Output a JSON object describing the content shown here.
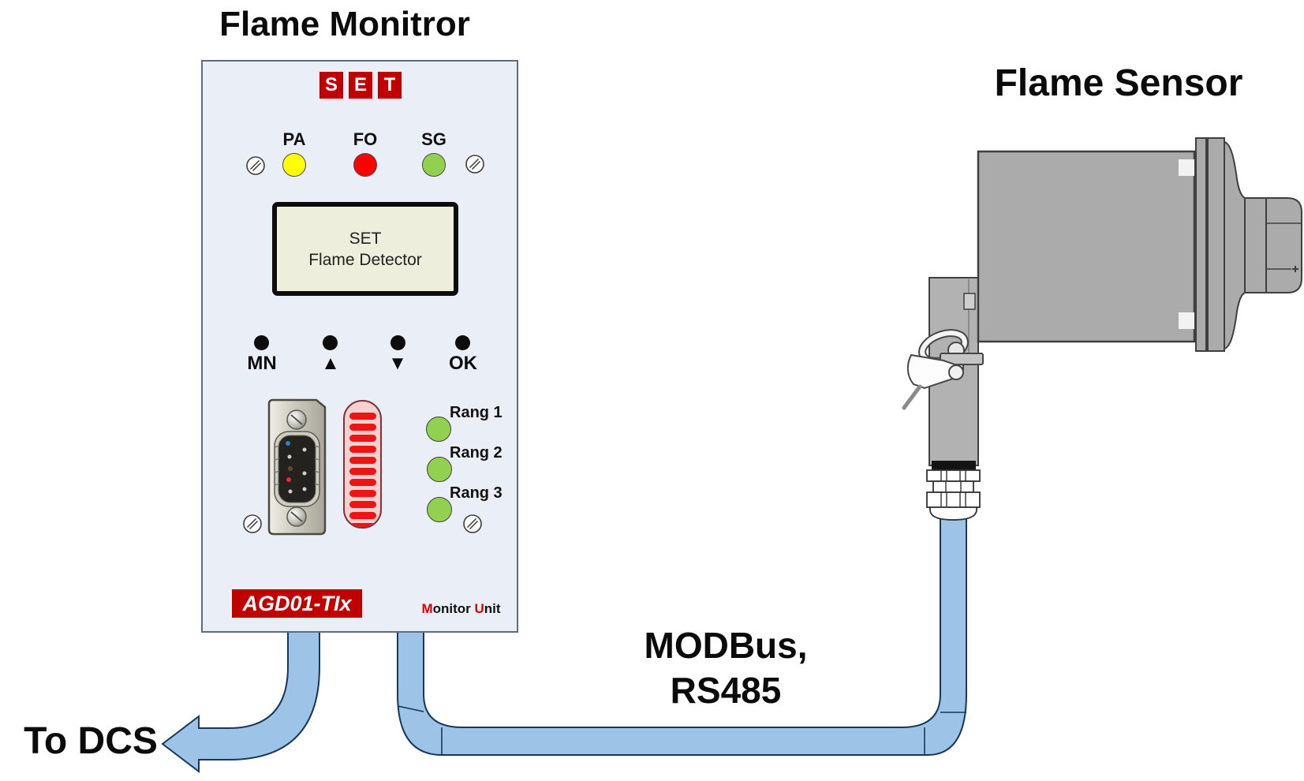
{
  "diagram": {
    "monitor_title": "Flame Monitror",
    "sensor_title": "Flame Sensor",
    "dcs_label": "To DCS",
    "bus_label": [
      "MODBus,",
      "RS485"
    ]
  },
  "panel": {
    "brand_letters": [
      "S",
      "E",
      "T"
    ],
    "status_leds": [
      {
        "label": "PA",
        "color": "#FFFF00"
      },
      {
        "label": "FO",
        "color": "#FF0000"
      },
      {
        "label": "SG",
        "color": "#92D050"
      }
    ],
    "lcd": {
      "line1": "SET",
      "line2": "Flame Detector"
    },
    "buttons": [
      {
        "label": "MN"
      },
      {
        "label": "▲"
      },
      {
        "label": "▼"
      },
      {
        "label": "OK"
      }
    ],
    "range_leds": [
      {
        "label": "Rang 1",
        "color": "#92D050"
      },
      {
        "label": "Rang 2",
        "color": "#92D050"
      },
      {
        "label": "Rang 3",
        "color": "#92D050"
      }
    ],
    "model_badge": "AGD01-TIx",
    "unit_label": {
      "m": "M",
      "onitor": "onitor ",
      "u": "U",
      "nit": "nit"
    }
  },
  "colors": {
    "accent_red": "#C00000",
    "pipe_fill": "#9DC3E6",
    "pipe_stroke": "#17375E",
    "panel_bg": "#E9EEF7",
    "lcd_bg": "#EDEFDC",
    "device_gray": "#ABABAB",
    "led_yellow": "#FFFF00",
    "led_red": "#FF0000",
    "led_green": "#92D050"
  }
}
